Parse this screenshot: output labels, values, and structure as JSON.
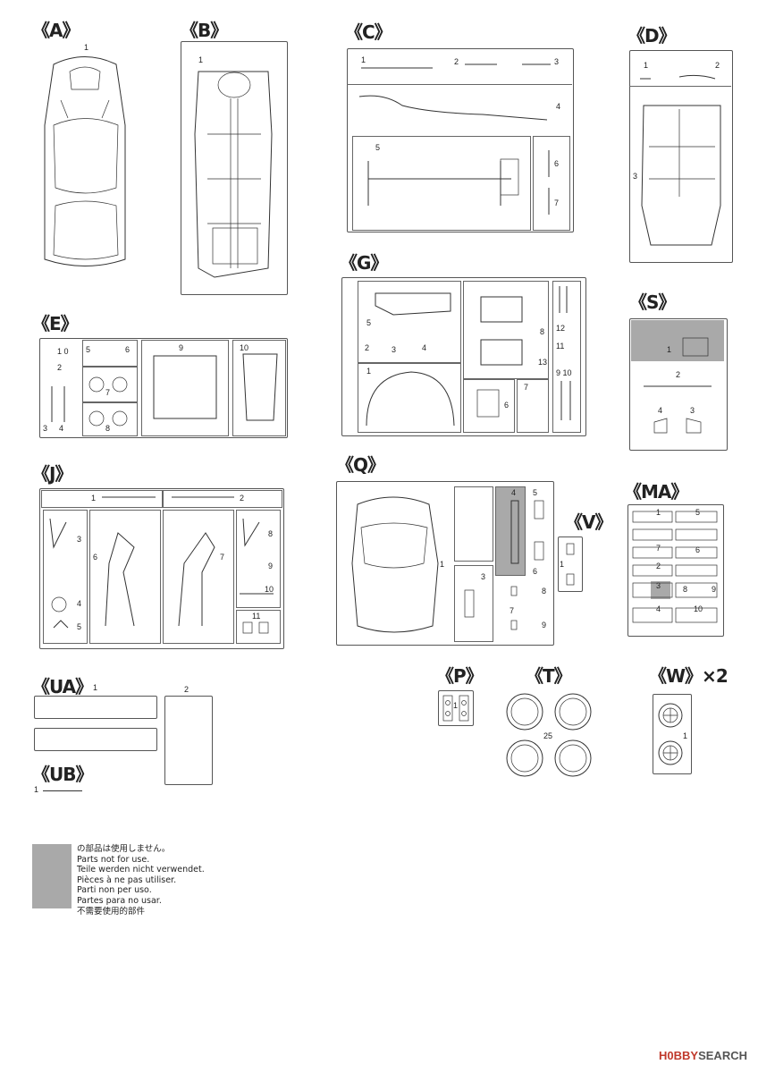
{
  "sections": {
    "A": {
      "title": "《A》",
      "parts": [
        "1"
      ]
    },
    "B": {
      "title": "《B》",
      "parts": [
        "1"
      ]
    },
    "C": {
      "title": "《C》",
      "parts": [
        "1",
        "2",
        "3",
        "4",
        "5",
        "6",
        "7"
      ]
    },
    "D": {
      "title": "《D》",
      "parts": [
        "1",
        "2",
        "3"
      ]
    },
    "E": {
      "title": "《E》",
      "parts": [
        "1 0",
        "2",
        "5",
        "6",
        "7",
        "3",
        "4",
        "8",
        "9",
        "10"
      ]
    },
    "G": {
      "title": "《G》",
      "parts": [
        "5",
        "8",
        "12",
        "2",
        "3",
        "4",
        "11",
        "13",
        "1",
        "6",
        "7",
        "9 10"
      ]
    },
    "S": {
      "title": "《S》",
      "parts": [
        "1",
        "2",
        "4",
        "3"
      ]
    },
    "J": {
      "title": "《J》",
      "parts": [
        "1",
        "2",
        "3",
        "6",
        "7",
        "8",
        "9",
        "10",
        "4",
        "5",
        "11"
      ]
    },
    "Q": {
      "title": "《Q》",
      "parts": [
        "1",
        "3",
        "4",
        "5",
        "6",
        "8",
        "7",
        "9"
      ]
    },
    "V": {
      "title": "《V》",
      "parts": [
        "1"
      ]
    },
    "MA": {
      "title": "《MA》",
      "parts": [
        "1",
        "5",
        "7",
        "3",
        "2",
        "6",
        "8",
        "9",
        "4",
        "10"
      ]
    },
    "UA": {
      "title": "《UA》",
      "parts": [
        "1",
        "2"
      ]
    },
    "UB": {
      "title": "《UB》",
      "parts": [
        "1"
      ]
    },
    "P": {
      "title": "《P》",
      "parts": [
        "1"
      ]
    },
    "T": {
      "title": "《T》",
      "parts": [
        "25"
      ]
    },
    "W": {
      "title": "《W》×2",
      "parts": [
        "1"
      ]
    }
  },
  "legend": {
    "lines": [
      "の部品は使用しません。",
      "Parts not for use.",
      "Teile werden nicht verwendet.",
      "Pièces à ne pas utiliser.",
      "Parti non per uso.",
      "Partes para no usar.",
      "不需要使用的部件"
    ],
    "swatch_color": "#a9a9a9"
  },
  "footer": {
    "logo": "H0BBY",
    "suffix": "SEARCH"
  }
}
